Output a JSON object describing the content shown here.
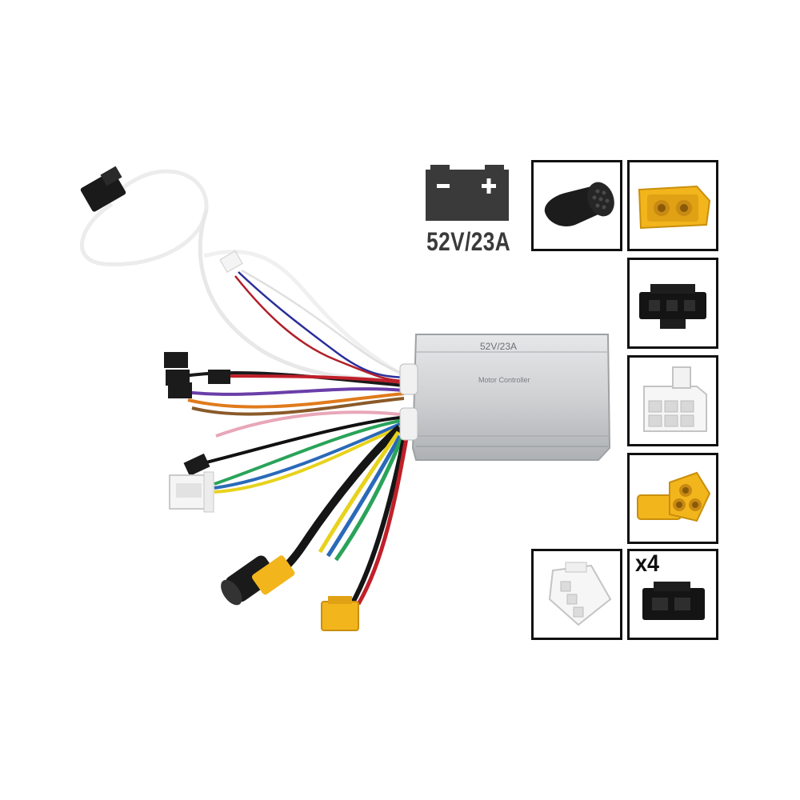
{
  "product": {
    "controller_label": "52V/23A",
    "controller_sublabel": "Motor Controller"
  },
  "battery": {
    "rating": "52V/23A",
    "minus": "-",
    "plus": "+"
  },
  "connectors": [
    {
      "id": "display-waterproof",
      "icon": "round-waterproof-connector"
    },
    {
      "id": "battery-xt60",
      "icon": "yellow-xt60-connector"
    },
    {
      "id": "black-3pin",
      "icon": "black-3pin-connector"
    },
    {
      "id": "white-6pin",
      "icon": "white-6pin-connector"
    },
    {
      "id": "motor-mt60",
      "icon": "yellow-3pin-motor-connector"
    },
    {
      "id": "white-3pin",
      "icon": "white-3pin-connector"
    },
    {
      "id": "black-2pin",
      "icon": "black-2pin-connector",
      "quantity": "x4"
    }
  ],
  "colors": {
    "border": "#111111",
    "connector_yellow": "#f2b51c",
    "controller_silver": "#d2d4d6",
    "battery_gray": "#3a3a3a"
  }
}
